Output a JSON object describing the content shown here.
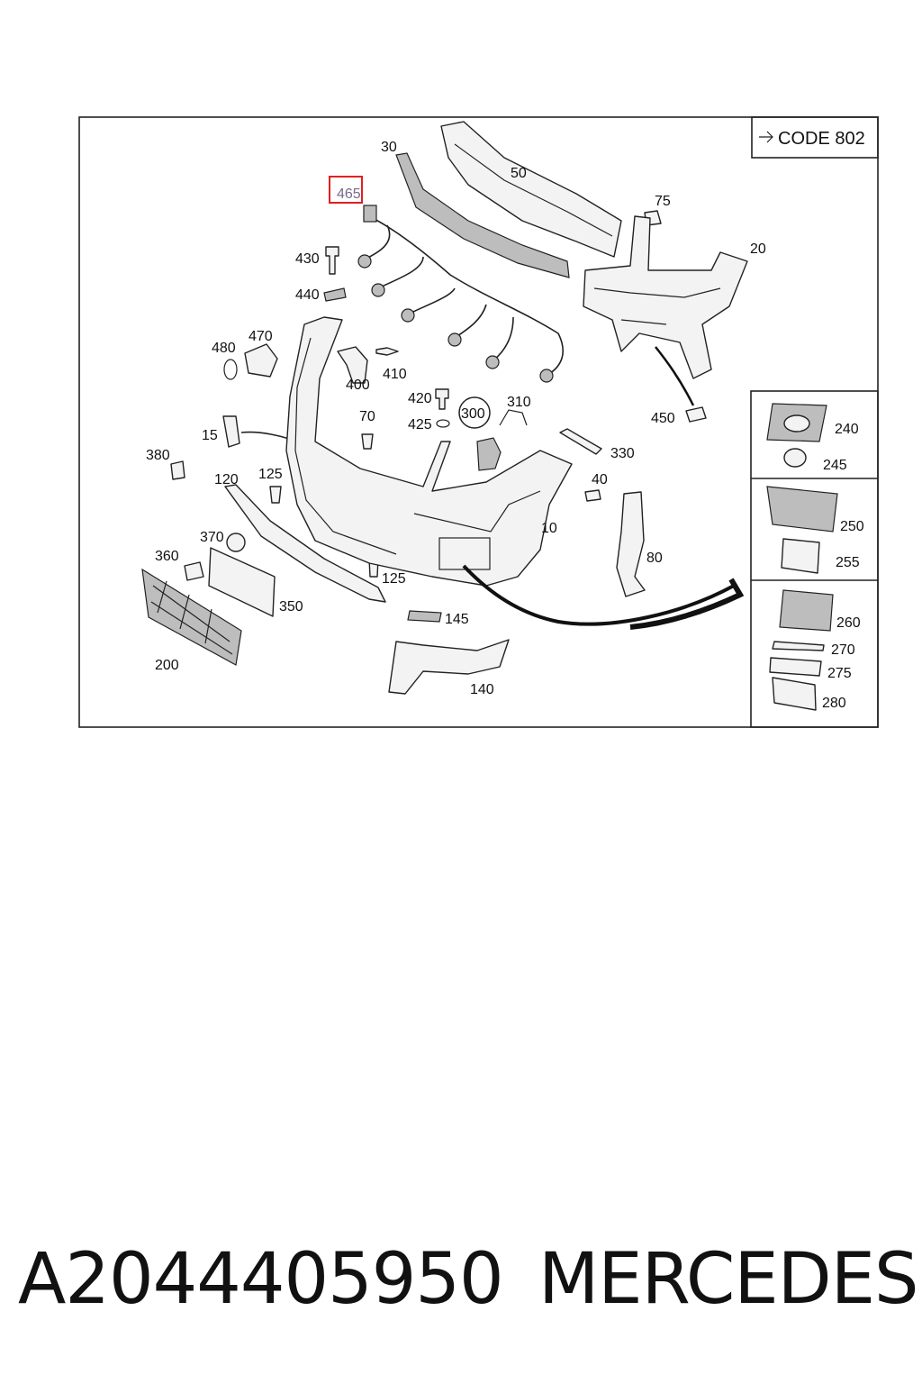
{
  "diagram": {
    "code_note": "CODE 802",
    "highlighted_callout": "465",
    "callouts": [
      "30",
      "50",
      "75",
      "20",
      "430",
      "440",
      "470",
      "480",
      "400",
      "410",
      "420",
      "425",
      "300",
      "310",
      "450",
      "70",
      "15",
      "380",
      "120",
      "125",
      "330",
      "40",
      "10",
      "370",
      "360",
      "350",
      "125",
      "145",
      "200",
      "80",
      "140"
    ],
    "side_panel": {
      "group1": [
        "240",
        "245"
      ],
      "group2": [
        "250",
        "255"
      ],
      "group3": [
        "260",
        "270",
        "275",
        "280"
      ]
    }
  },
  "footer": {
    "part_number": "A2044405950",
    "brand": "MERCEDES"
  }
}
